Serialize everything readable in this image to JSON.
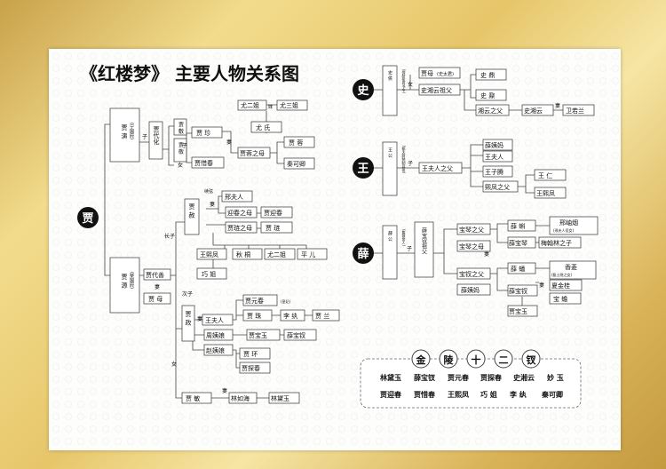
{
  "title": "《红楼梦》 主要人物关系图",
  "families": {
    "jia": "贾",
    "shi": "史",
    "wang": "王",
    "xue": "薛"
  },
  "links": {
    "zi": "子",
    "nv": "女",
    "qi": "妻",
    "jixian": "续弦",
    "changzi": "长子",
    "cizi": "次子",
    "mei": "妹"
  },
  "jia": {
    "jia_yan": "贾 演",
    "ning_guo_fu": "(宁国府)",
    "jia_daihua": "贾代化",
    "jia_fu": "贾 敷",
    "jia_jing": "贾 敬",
    "jia_zhen": "贾 珍",
    "you_shi": "尤 氏",
    "you_erjie": "尤二姐",
    "you_sanjie": "尤三姐",
    "jia_xichun": "贾惜春",
    "jia_rong_zhi_mu": "贾蓉之母",
    "jia_rong": "贾 蓉",
    "qin_keqing": "秦可卿",
    "jia_yuan": "贾 源",
    "rong_guo_fu": "(荣国府)",
    "jia_daishan": "贾代善",
    "jia_mu": "贾 母",
    "jia_she": "贾 赦",
    "xing_furen": "邢夫人",
    "yingchun_zhi_mu": "迎春之母",
    "jia_yingchun": "贾迎春",
    "jia_lian_zhi_mu": "贾琏之母",
    "jia_lian": "贾 琏",
    "wang_xifeng": "王熙凤",
    "qiu_tong": "秋 桐",
    "you_erjie_2": "尤二姐",
    "ping_er": "平 儿",
    "qiao_jie": "巧 姐",
    "jia_zheng": "贾 政",
    "wang_furen": "王夫人",
    "jia_yuanchun": "贾元春",
    "huangfei": "(皇妃)",
    "jia_zhu": "贾 珠",
    "li_wan": "李 纨",
    "jia_lan": "贾 兰",
    "zhou_yiniang": "周姨娘",
    "jia_baoyu": "贾宝玉",
    "xue_baochai": "薛宝钗",
    "zhao_yiniang": "赵姨娘",
    "jia_huan": "贾 环",
    "jia_tanchun": "贾探春",
    "jia_min": "贾 敏",
    "lin_ruhai": "林如海",
    "lin_daiyu": "林黛玉"
  },
  "shi": {
    "shi_hou": "史 侯",
    "note": "(保龄侯尚书令)",
    "jia_mu": "贾母",
    "shi_taijun": "(史太君)",
    "shi_xiangyun_zuzhu": "史湘云祖父",
    "shi_ding": "史 鼎",
    "shi_nai": "史 鼐",
    "xiangyun_zhi_fu": "湘云之父",
    "shi_xiangyun": "史湘云",
    "wei_ruolan": "卫若兰"
  },
  "wang": {
    "wang_gong": "王 公",
    "note": "(都太尉统制县伯)",
    "wang_furen_zhi_fu": "王夫人之父",
    "xue_yima": "薛姨妈",
    "wang_furen": "王夫人",
    "wang_ziteng": "王子腾",
    "wang_ren": "王 仁",
    "xifeng_zhi_fu": "熙凤之父",
    "wang_xifeng": "王熙凤"
  },
  "xue": {
    "xue_gong": "薛 公",
    "note": "(紫薇舍人)",
    "xue_baochai_zufu": "薛宝钗祖父",
    "baoqin_zhi_fu": "宝琴之父",
    "baoqin_zhi_mu": "宝琴之母",
    "xue_ke": "薛 蝌",
    "xing_xiuyan": "邢岫烟",
    "xing_note": "(邢夫人侄女)",
    "xue_baoqin": "薛宝琴",
    "mei_hanlin": "梅翰林之子",
    "baochai_zhi_fu": "宝钗之父",
    "xue_yima": "薛姨妈",
    "xue_pan": "薛 蟠",
    "xiang_ling": "香菱",
    "xiang_note": "(甄士隐之女)",
    "xia_jingui": "夏金桂",
    "xue_baochai": "薛宝钗",
    "bao_chan": "宝 蟾",
    "jia_baoyu": "贾宝玉"
  },
  "twelve": {
    "heading": [
      "金",
      "陵",
      "十",
      "二",
      "钗"
    ],
    "row1": [
      "林黛玉",
      "薛宝钗",
      "贾元春",
      "贾探春",
      "史湘云",
      "妙 玉"
    ],
    "row2": [
      "贾迎春",
      "贾惜春",
      "王熙凤",
      "巧 姐",
      "李 纨",
      "秦可卿"
    ]
  },
  "colors": {
    "box_border": "#333333",
    "line": "#444444",
    "badge_bg": "#111111",
    "badge_text": "#ffffff",
    "arrow": "#333333"
  }
}
